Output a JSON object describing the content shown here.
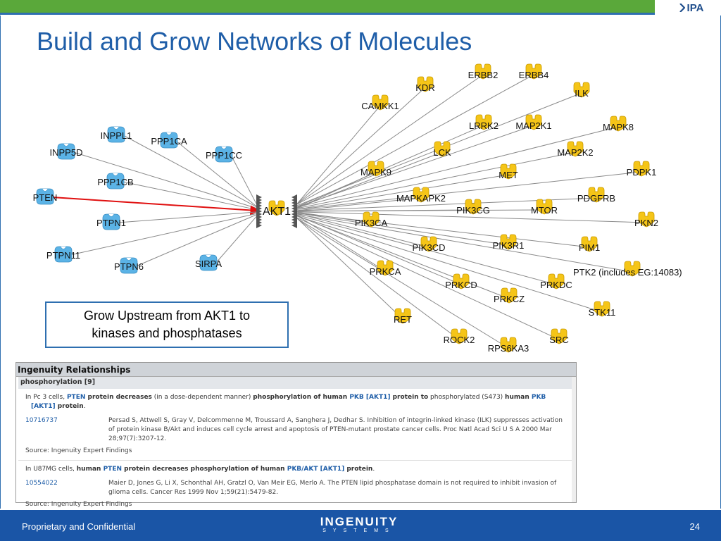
{
  "header": {
    "logo_text": "IPA",
    "colors": {
      "green": "#5aa83a",
      "blue": "#2e6fb0"
    }
  },
  "title": "Build and Grow Networks of Molecules",
  "network": {
    "center": {
      "label": "AKT1",
      "color": "#f5c518"
    },
    "upstream_color": "#5bb3e6",
    "kinase_color": "#f5c518",
    "highlight_edge_color": "#e01010",
    "phosphatases": [
      "INPPL1",
      "PPP1CA",
      "INPP5D",
      "PPP1CC",
      "PPP1CB",
      "PTEN",
      "PTPN1",
      "PTPN11",
      "PTPN6",
      "SIRPA"
    ],
    "highlighted": "PTEN",
    "kinases": [
      "ERBB2",
      "ERBB4",
      "KDR",
      "ILK",
      "CAMKK1",
      "LRRK2",
      "MAP2K1",
      "MAPK8",
      "LCK",
      "MAP2K2",
      "MAPK9",
      "MET",
      "PDPK1",
      "MAPKAPK2",
      "PDGFRB",
      "PIK3CG",
      "MTOR",
      "PIK3CA",
      "PKN2",
      "PIK3CD",
      "PIK3R1",
      "PIM1",
      "PRKCA",
      "PTK2 (includes EG:14083)",
      "PRKCD",
      "PRKDC",
      "PRKCZ",
      "STK11",
      "RET",
      "ROCK2",
      "SRC",
      "RPS6KA3"
    ]
  },
  "callout": {
    "line1": "Grow Upstream from AKT1 to",
    "line2": "kinases and phosphatases"
  },
  "panel": {
    "title": "Ingenuity Relationships",
    "subtitle": "phosphorylation [9]",
    "entries": [
      {
        "statement_parts": [
          "In Pc 3 cells, ",
          "PTEN",
          " protein decreases",
          " (in a dose-dependent manner) ",
          "phosphorylation of human ",
          "PKB [AKT1]",
          " protein to",
          " phosphorylated (S473) ",
          "human ",
          "PKB",
          "[AKT1]",
          " protein",
          "."
        ],
        "ref_id": "10716737",
        "ref_text": "Persad S, Attwell S, Gray V, Delcommenne M, Troussard A, Sanghera J, Dedhar S. Inhibition of integrin-linked kinase (ILK) suppresses activation of protein kinase B/Akt and induces cell cycle arrest and apoptosis of PTEN-mutant prostate cancer cells. Proc Natl Acad Sci U S A 2000 Mar 28;97(7):3207-12.",
        "source": "Source: Ingenuity Expert Findings"
      },
      {
        "statement_parts": [
          "In U87MG cells, ",
          "human ",
          "PTEN",
          " protein decreases phosphorylation of human ",
          "PKB/AKT [AKT1]",
          " protein",
          "."
        ],
        "ref_id": "10554022",
        "ref_text": "Maier D, Jones G, Li X, Schonthal AH, Gratzl O, Van Meir EG, Merlo A. The PTEN lipid phosphatase domain is not required to inhibit invasion of glioma cells. Cancer Res 1999 Nov 1;59(21):5479-82.",
        "source": "Source: Ingenuity Expert Findings"
      }
    ]
  },
  "footer": {
    "left": "Proprietary and Confidential",
    "brand_top": "INGENUITY",
    "brand_bottom": "SYSTEMS",
    "page": "24",
    "color": "#1a55a6"
  }
}
